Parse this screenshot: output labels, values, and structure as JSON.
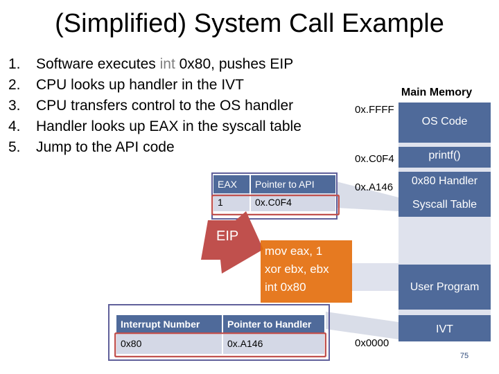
{
  "title": "(Simplified) System Call Example",
  "steps": [
    {
      "num": "1.",
      "pre": "Software executes ",
      "hl": "int",
      "post": " 0x80, pushes EIP"
    },
    {
      "num": "2.",
      "pre": "CPU looks up handler in the IVT",
      "hl": "",
      "post": ""
    },
    {
      "num": "3.",
      "pre": "CPU transfers control to the OS handler",
      "hl": "",
      "post": ""
    },
    {
      "num": "4.",
      "pre": "Handler looks up EAX in the syscall table",
      "hl": "",
      "post": ""
    },
    {
      "num": "5.",
      "pre": "Jump to the API code",
      "hl": "",
      "post": ""
    }
  ],
  "memory": {
    "title": "Main Memory",
    "addresses": {
      "top": "0x.FFFF",
      "c0f4": "0x.C0F4",
      "a146": "0x.A146",
      "bottom": "0x0000"
    },
    "blocks": {
      "os_code": "OS Code",
      "printf": "printf()",
      "handler": "0x80 Handler",
      "syscall": "Syscall Table",
      "user": "User Program",
      "ivt": "IVT"
    }
  },
  "syscall_table": {
    "headers": [
      "EAX",
      "Pointer to API"
    ],
    "row": [
      "1",
      "0x.C0F4"
    ]
  },
  "ivt_table": {
    "headers": [
      "Interrupt Number",
      "Pointer to Handler"
    ],
    "row": [
      "0x80",
      "0x.A146"
    ]
  },
  "eip_label": "EIP",
  "code": [
    "mov eax, 1",
    "xor ebx, ebx",
    "int 0x80"
  ],
  "page_number": "75",
  "colors": {
    "block": "#4f6a9a",
    "memory_bg": "#dfe2ed",
    "code_box": "#e36c09",
    "highlight": "#c0504d",
    "eip_arrow": "#c0504d"
  }
}
